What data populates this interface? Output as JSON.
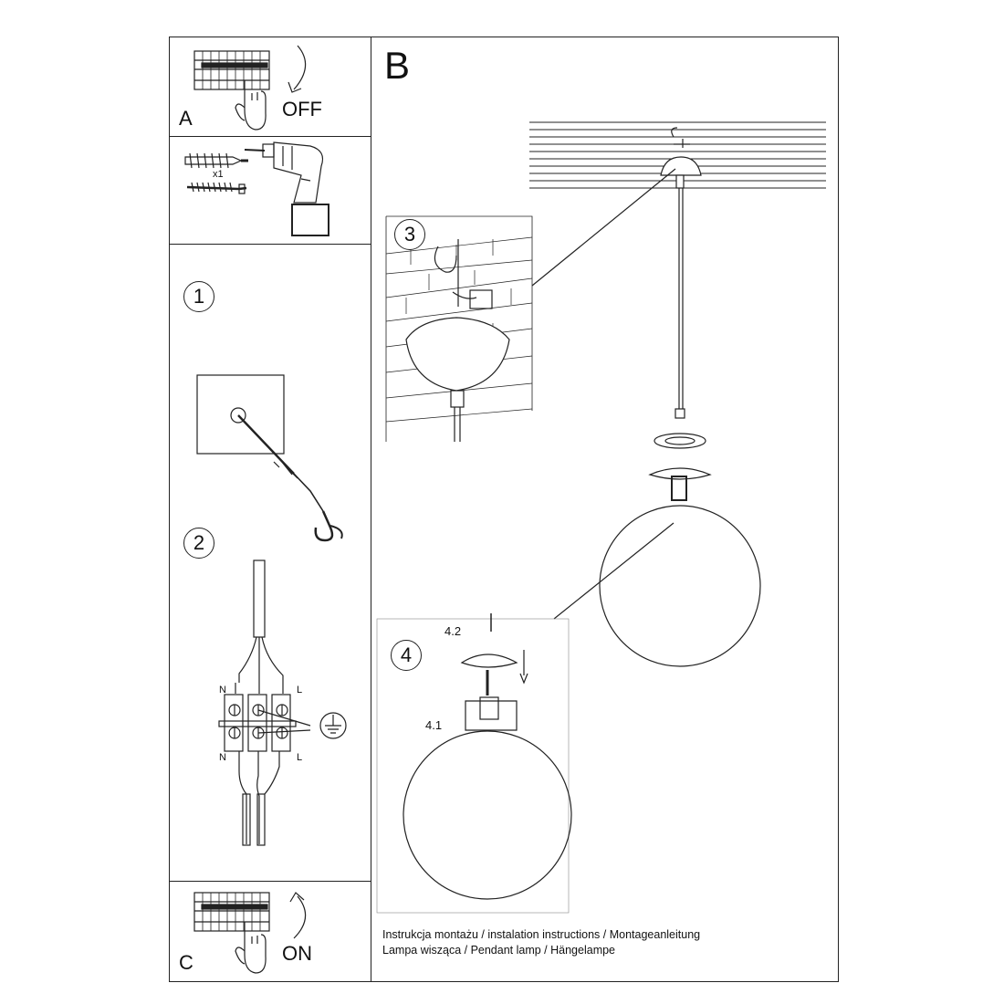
{
  "panels": {
    "a": {
      "letter": "A",
      "action": "OFF"
    },
    "c": {
      "letter": "C",
      "action": "ON"
    },
    "b": {
      "letter": "B"
    },
    "tools": {
      "quantity": "x1"
    }
  },
  "steps": {
    "s1": "1",
    "s2": "2",
    "s3": "3",
    "s4": "4",
    "sub41": "4.1",
    "sub42": "4.2"
  },
  "wiring": {
    "n_top": "N",
    "l_top": "L",
    "n_bottom": "N",
    "l_bottom": "L"
  },
  "captions": {
    "line1": "Instrukcja montażu / instalation instructions / Montageanleitung",
    "line2": "Lampa wisząca / Pendant lamp / Hängelampe"
  },
  "icons": [
    "breaker-panel-icon",
    "hand-icon",
    "curved-arrow-icon",
    "drill-icon",
    "wall-plug-icon",
    "screw-icon",
    "hook-icon",
    "terminal-block-icon",
    "ground-symbol-icon",
    "ceiling-canopy-icon",
    "globe-shade-icon"
  ]
}
